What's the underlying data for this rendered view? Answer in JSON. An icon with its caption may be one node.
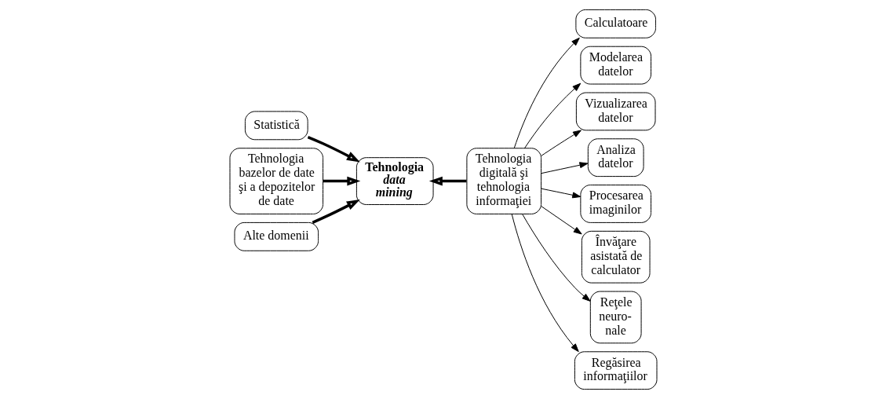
{
  "diagram": {
    "nodes": [
      {
        "text": [
          "Statistică"
        ]
      },
      {
        "text": [
          "Calculatoare"
        ]
      },
      {
        "text": [
          "Modelarea datelor"
        ]
      },
      {
        "text": [
          "Tehnologia bazelor de date şi a depozitelor de date"
        ]
      },
      {
        "text": [
          "Tehnologia *data mining*"
        ]
      },
      {
        "text": [
          "Tehnologia digitală şi tehnologia informaţiei"
        ]
      },
      {
        "text": [
          "Vizualizarea datelor"
        ]
      },
      {
        "text": [
          "Analiza datelor"
        ]
      },
      {
        "text": [
          "Procesarea imaginilor"
        ]
      },
      {
        "text": [
          "Alte domenii"
        ]
      },
      {
        "text": [
          "Învăţare asistată de calculator"
        ]
      },
      {
        "text": [
          "Reţele neuro- nale"
        ]
      },
      {
        "text": [
          "Regăsirea informaţiilor"
        ]
      }
    ],
    "edges": [
      {
        "from": 0,
        "to": 4,
        "arrow": "to",
        "style": "thick"
      },
      {
        "from": 3,
        "to": 4,
        "arrow": "to",
        "style": "thick"
      },
      {
        "from": 9,
        "to": 4,
        "arrow": "to",
        "style": "thick"
      },
      {
        "from": 5,
        "to": 4,
        "arrow": "to",
        "style": "thick"
      },
      {
        "from": 5,
        "to": 1,
        "arrow": "to"
      },
      {
        "from": 5,
        "to": 2,
        "arrow": "to"
      },
      {
        "from": 5,
        "to": 6,
        "arrow": "to"
      },
      {
        "from": 5,
        "to": 7,
        "arrow": "to"
      },
      {
        "from": 5,
        "to": 8,
        "arrow": "to"
      },
      {
        "from": 5,
        "to": 12,
        "arrow": "to"
      },
      {
        "from": 5,
        "to": 10,
        "arrow": "to"
      },
      {
        "from": 5,
        "to": 11,
        "arrow": "to"
      }
    ]
  }
}
